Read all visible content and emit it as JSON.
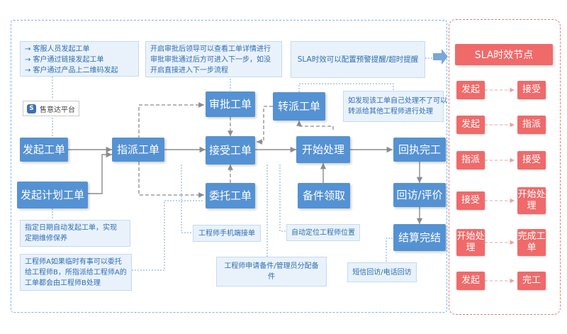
{
  "nodes": {
    "initiate_ticket": "发起工单",
    "initiate_plan_ticket": "发起计划工单",
    "dispatch_ticket": "指派工单",
    "approve_ticket": "审批工单",
    "accept_ticket": "接受工单",
    "delegate_ticket": "委托工单",
    "transfer_ticket": "转派工单",
    "start_processing": "开始处理",
    "parts_pickup": "备件领取",
    "receipt_complete": "回执完工",
    "followup_review": "回访/评价",
    "settlement_complete": "结算完结"
  },
  "platform": {
    "logo_glyph": "S",
    "label": "售意达平台"
  },
  "notes": {
    "initiate_sources": [
      "→ 客服人员发起工单",
      "→ 客户通过链接发起工单",
      "→ 客户通过产品上二维码发起"
    ],
    "approval_info": [
      "开启审批后领导可以查看工单详情进行",
      "审批审批通过后方可进入下一步，如没",
      "开启直接进入下一步流程"
    ],
    "sla_alert": "SLA时效可以配置预警提醒/超时提醒",
    "transfer_info": [
      "如发现该工单自己处理不了可以",
      "转派给其他工程师进行处理"
    ],
    "plan_info": [
      "指定日期自动发起工单，实现",
      "定期维修保养"
    ],
    "delegate_info": [
      "工程师A如果临时有事可以委托",
      "给工程师B，所指派给工程师A的",
      "工单都会由工程师B处理"
    ],
    "mobile_accept": "工程师手机端接单",
    "parts_request": "工程师申请备件/管理员分配备件",
    "auto_locate": "自动定位工程师位置",
    "sms_call": "短信回访/电话回访"
  },
  "sla": {
    "title": "SLA时效节点",
    "pairs": [
      {
        "from": "发起",
        "to": "接受"
      },
      {
        "from": "发起",
        "to": "指派"
      },
      {
        "from": "指派",
        "to": "接受"
      },
      {
        "from": "接受",
        "to": "开始处理"
      },
      {
        "from": "开始处理",
        "to": "完成工单"
      },
      {
        "from": "发起",
        "to": "完工"
      }
    ]
  },
  "colors": {
    "node_blue": "#5592d3",
    "note_bg": "#e9f2fb",
    "note_text": "#2f6db3",
    "sla_red": "#f06a6a",
    "wire_gray": "#8c8c8c"
  }
}
